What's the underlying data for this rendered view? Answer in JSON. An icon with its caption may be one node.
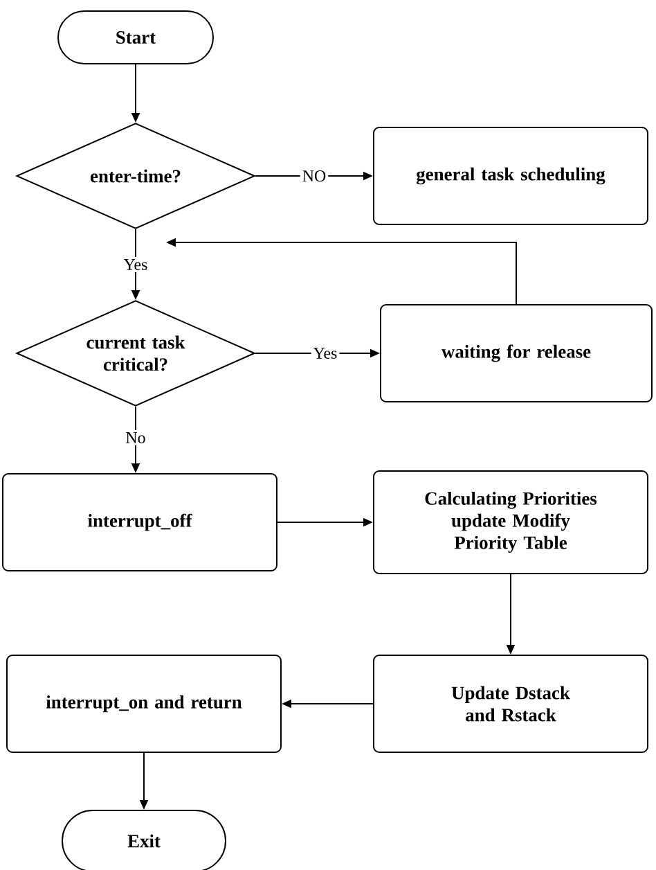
{
  "diagram": {
    "nodes": [
      {
        "text": [
          "Start"
        ]
      },
      {
        "text": [
          "enter-time?"
        ]
      },
      {
        "text": [
          "general task scheduling"
        ]
      },
      {
        "text": [
          "current task critical?"
        ]
      },
      {
        "text": [
          "waiting for release"
        ]
      },
      {
        "text": [
          "interrupt_off"
        ]
      },
      {
        "text": [
          "Calculating Priorities update Modify Priority Table"
        ]
      },
      {
        "text": [
          "Update Dstack and Rstack"
        ]
      },
      {
        "text": [
          "interrupt_on and return"
        ]
      },
      {
        "text": [
          "Exit"
        ]
      }
    ],
    "edges": [
      {
        "from": 0,
        "to": 1,
        "arrow": "to"
      },
      {
        "from": 1,
        "to": 2,
        "arrow": "to",
        "label": "NO"
      },
      {
        "from": 1,
        "to": 3,
        "arrow": "to",
        "label": "Yes"
      },
      {
        "from": 3,
        "to": 4,
        "arrow": "to",
        "label": "Yes"
      },
      {
        "from": 4,
        "to": null,
        "arrow": "to"
      },
      {
        "from": 3,
        "to": 5,
        "arrow": "to",
        "label": "No"
      },
      {
        "from": 5,
        "to": 6,
        "arrow": "to"
      },
      {
        "from": 6,
        "to": 7,
        "arrow": "to"
      },
      {
        "from": 7,
        "to": 8,
        "arrow": "to"
      },
      {
        "from": 8,
        "to": 9,
        "arrow": "to"
      }
    ]
  }
}
